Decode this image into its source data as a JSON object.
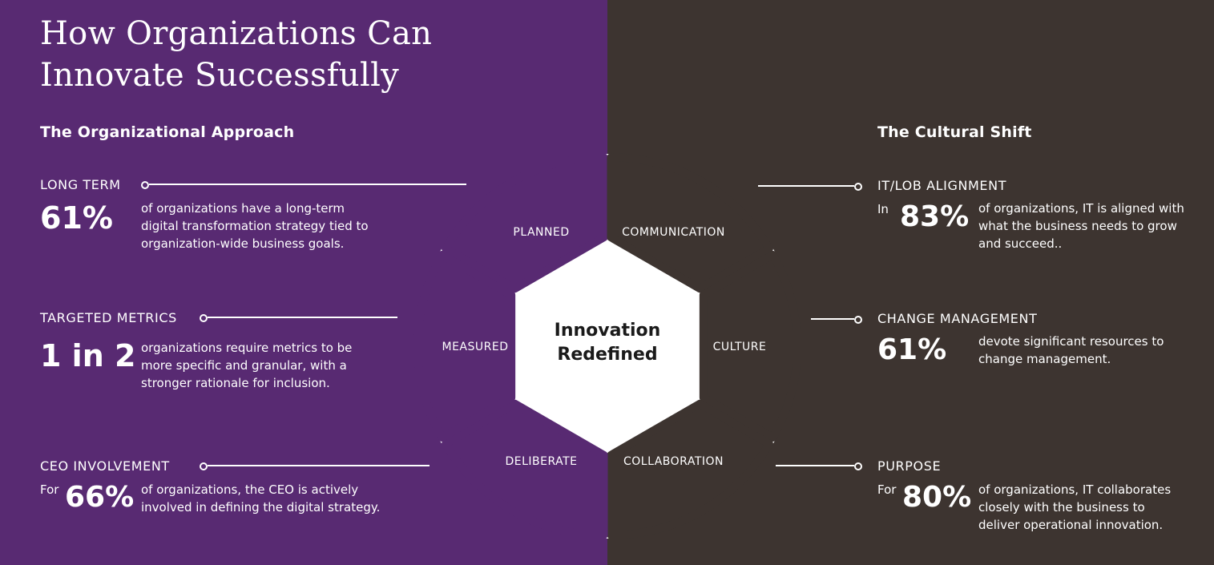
{
  "title": {
    "line1": "How Organizations Can",
    "line2": "Innovate Successfully"
  },
  "left": {
    "heading": "The Organizational Approach",
    "stats": [
      {
        "label": "LONG TERM",
        "prefix": "",
        "value": "61%",
        "desc": "of organizations have a long-term digital transformation strategy tied to organization-wide business goals."
      },
      {
        "label": "TARGETED METRICS",
        "prefix": "",
        "value": "1 in 2",
        "desc": "organizations require metrics to be more specific and granular, with a stronger rationale for inclusion."
      },
      {
        "label": "CEO INVOLVEMENT",
        "prefix": "For",
        "value": "66%",
        "desc": "of organizations, the CEO is actively involved in defining the digital strategy."
      }
    ]
  },
  "right": {
    "heading": "The Cultural Shift",
    "stats": [
      {
        "label": "IT/LOB ALIGNMENT",
        "prefix": "In",
        "value": "83%",
        "desc": "of organizations, IT is aligned with what the business needs to grow and succeed.."
      },
      {
        "label": "CHANGE MANAGEMENT",
        "prefix": "",
        "value": "61%",
        "desc": "devote significant resources to change management."
      },
      {
        "label": "PURPOSE",
        "prefix": "For",
        "value": "80%",
        "desc": "of organizations, IT collaborates closely with the business to deliver operational innovation."
      }
    ]
  },
  "wheel": {
    "center_line1": "Innovation",
    "center_line2": "Redefined",
    "segments": [
      {
        "label": "PLANNED",
        "side": "left"
      },
      {
        "label": "COMMUNICATION",
        "side": "right"
      },
      {
        "label": "CULTURE",
        "side": "right"
      },
      {
        "label": "COLLABORATION",
        "side": "right"
      },
      {
        "label": "DELIBERATE",
        "side": "left"
      },
      {
        "label": "MEASURED",
        "side": "left"
      }
    ]
  },
  "colors": {
    "left_panel": "#582a72",
    "right_panel": "#3d3430",
    "ring": "#ffffff",
    "text": "#ffffff",
    "center_text": "#1a1a1a"
  }
}
